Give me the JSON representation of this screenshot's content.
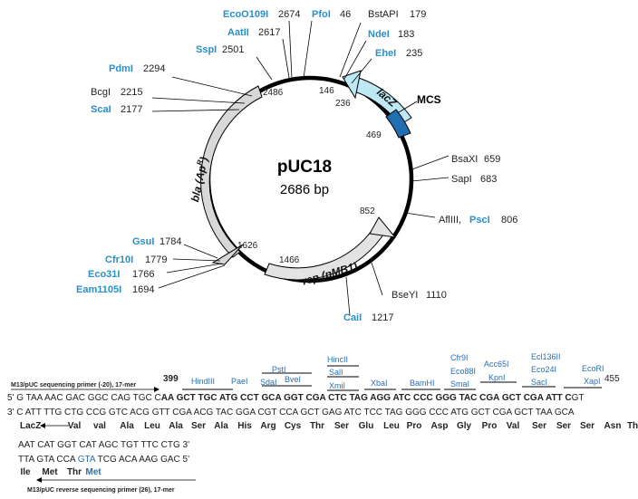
{
  "plasmid": {
    "name": "pUC18",
    "size": "2686 bp",
    "features": {
      "bla": "bla (Ap",
      "bla_sup": "R",
      "bla_close": ")",
      "lacz": "lacZ",
      "rep": "rep (pMB1)",
      "mcs": "MCS"
    },
    "inner_numbers": {
      "n146": "146",
      "n236": "236",
      "n469": "469",
      "n852": "852",
      "n1466": "1466",
      "n1626": "1626",
      "n2486": "2486"
    },
    "sites": [
      {
        "name": "EcoO109I",
        "pos": "2674",
        "blue": true
      },
      {
        "name": "PfoI",
        "pos": "46",
        "blue": true
      },
      {
        "name": "BstAPI",
        "pos": "179",
        "blue": false
      },
      {
        "name": "AatII",
        "pos": "2617",
        "blue": true
      },
      {
        "name": "NdeI",
        "pos": "183",
        "blue": true
      },
      {
        "name": "SspI",
        "pos": "2501",
        "blue": true
      },
      {
        "name": "EheI",
        "pos": "235",
        "blue": true
      },
      {
        "name": "PdmI",
        "pos": "2294",
        "blue": true
      },
      {
        "name": "BcgI",
        "pos": "2215",
        "blue": false
      },
      {
        "name": "ScaI",
        "pos": "2177",
        "blue": true
      },
      {
        "name": "BsaXI",
        "pos": "659",
        "blue": false
      },
      {
        "name": "SapI",
        "pos": "683",
        "blue": false
      },
      {
        "name": "AflIII, ",
        "pos": "806",
        "blue": false
      },
      {
        "name": "PscI",
        "pos": "",
        "blue": true
      },
      {
        "name": "GsuI",
        "pos": "1784",
        "blue": true
      },
      {
        "name": "Cfr10I",
        "pos": "1779",
        "blue": true
      },
      {
        "name": "Eco31I",
        "pos": "1766",
        "blue": true
      },
      {
        "name": "Eam1105I",
        "pos": "1694",
        "blue": true
      },
      {
        "name": "BseYI",
        "pos": "1110",
        "blue": false
      },
      {
        "name": "CaiI",
        "pos": "1217",
        "blue": true
      }
    ]
  },
  "sequence": {
    "primer_forward": "M13/pUC sequencing primer (-20), 17-mer",
    "primer_reverse": "M13/pUC reverse sequencing primer (26), 17-mer",
    "start_pos": "399",
    "end_pos": "455",
    "enzymes": [
      "HindIII",
      "PaeI",
      "PstI",
      "SdaI",
      "BveI",
      "HincII",
      "SalI",
      "XmiI",
      "XbaI",
      "BamHI",
      "Cfr9I",
      "Eco88I",
      "SmaI",
      "Acc65I",
      "KpnI",
      "Ecl136II",
      "Eco24I",
      "SacI",
      "EcoRI",
      "XapI"
    ],
    "line1_plain": "5' G TAA AAC GAC GGC CAG TGC C",
    "line1_bold": "AA GCT TGC ATG CCT GCA GGT CGA CTC TAG AGG ATC CCC GGG TAC CGA GCT CGA ATT C",
    "line1_tail": "GT",
    "line2": "3' C ATT TTG CTG CCG GTC ACG GTT CGA ACG TAC GGA CGT CCA GCT GAG ATC TCC TAG GGG CCC ATG GCT CGA GCT TAA GCA",
    "line3_label": "LacZ",
    "aa_row": [
      "Val",
      "val",
      "Ala",
      "Leu",
      "Ala",
      "Ser",
      "Ala",
      "His",
      "Arg",
      "Cys",
      "Thr",
      "Ser",
      "Glu",
      "Leu",
      "Pro",
      "Asp",
      "Gly",
      "Pro",
      "Val",
      "Ser",
      "Ser",
      "Ser",
      "Asn",
      "Thr"
    ],
    "line4": "AAT CAT GGT CAT AGC TGT TTC CTG   3'",
    "line5_a": "TTA GTA CCA ",
    "line5_blue": "GTA",
    "line5_b": " TCG ACA AAG GAC  5'",
    "aa_row2": [
      "Ile",
      "Met",
      "Thr",
      "Met"
    ]
  }
}
